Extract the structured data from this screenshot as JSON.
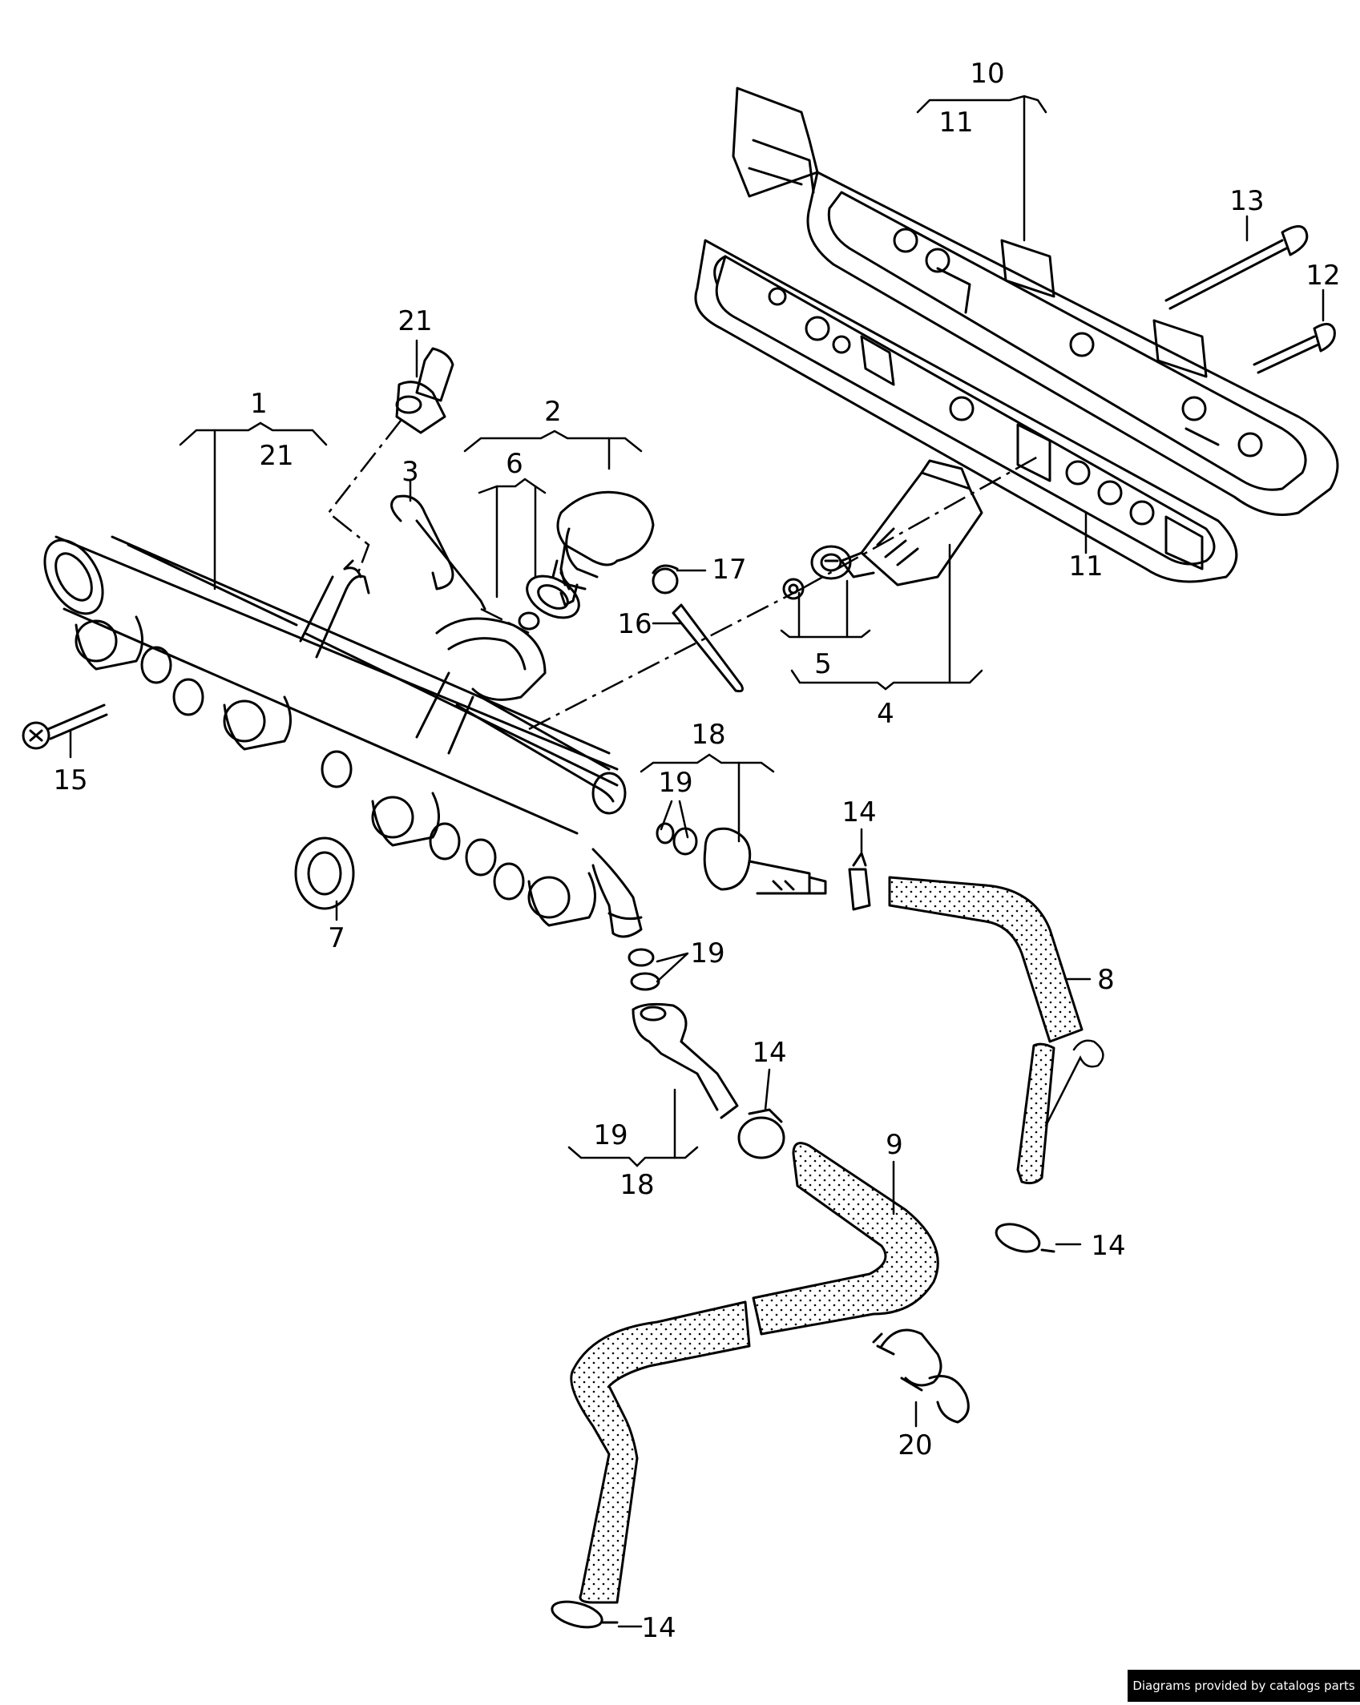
{
  "callouts": [
    {
      "id": "c10",
      "text": "10"
    },
    {
      "id": "c11a",
      "text": "11"
    },
    {
      "id": "c13",
      "text": "13"
    },
    {
      "id": "c12",
      "text": "12"
    },
    {
      "id": "c11b",
      "text": "11"
    },
    {
      "id": "c21a",
      "text": "21"
    },
    {
      "id": "c1",
      "text": "1"
    },
    {
      "id": "c21b",
      "text": "21"
    },
    {
      "id": "c3",
      "text": "3"
    },
    {
      "id": "c2",
      "text": "2"
    },
    {
      "id": "c6",
      "text": "6"
    },
    {
      "id": "c17",
      "text": "17"
    },
    {
      "id": "c16",
      "text": "16"
    },
    {
      "id": "c5",
      "text": "5"
    },
    {
      "id": "c4",
      "text": "4"
    },
    {
      "id": "c15",
      "text": "15"
    },
    {
      "id": "c18a",
      "text": "18"
    },
    {
      "id": "c19a",
      "text": "19"
    },
    {
      "id": "c14a",
      "text": "14"
    },
    {
      "id": "c7",
      "text": "7"
    },
    {
      "id": "c8",
      "text": "8"
    },
    {
      "id": "c19b",
      "text": "19"
    },
    {
      "id": "c14b",
      "text": "14"
    },
    {
      "id": "c9",
      "text": "9"
    },
    {
      "id": "c19c",
      "text": "19"
    },
    {
      "id": "c18b",
      "text": "18"
    },
    {
      "id": "c14c",
      "text": "14"
    },
    {
      "id": "c20",
      "text": "20"
    },
    {
      "id": "c14d",
      "text": "14"
    }
  ],
  "credit": "Diagrams provided by catalogs parts"
}
